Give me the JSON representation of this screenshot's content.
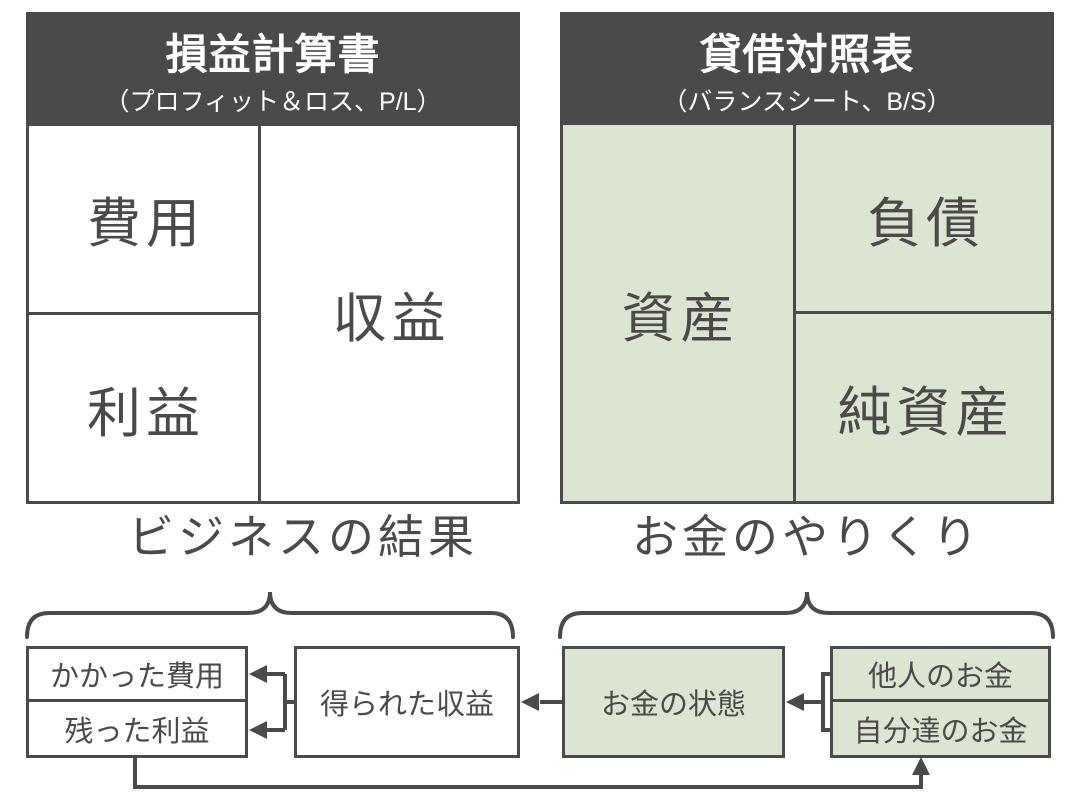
{
  "colors": {
    "ink": "#4a4a4a",
    "green": "#dce5d2",
    "background": "#ffffff"
  },
  "pl": {
    "title": "損益計算書",
    "subtitle": "（プロフィット＆ロス、P/L）",
    "cells": {
      "expenses": "費用",
      "profit": "利益",
      "revenue": "収益"
    },
    "caption": "ビジネスの結果"
  },
  "bs": {
    "title": "貸借対照表",
    "subtitle": "（バランスシート、B/S）",
    "cells": {
      "assets": "資産",
      "liabilities": "負債",
      "net_assets": "純資産"
    },
    "caption": "お金のやりくり"
  },
  "flow": {
    "cost_incurred": "かかった費用",
    "remaining_profit": "残った利益",
    "earned_revenue": "得られた収益",
    "money_state": "お金の状態",
    "others_money": "他人のお金",
    "own_money": "自分達のお金"
  }
}
